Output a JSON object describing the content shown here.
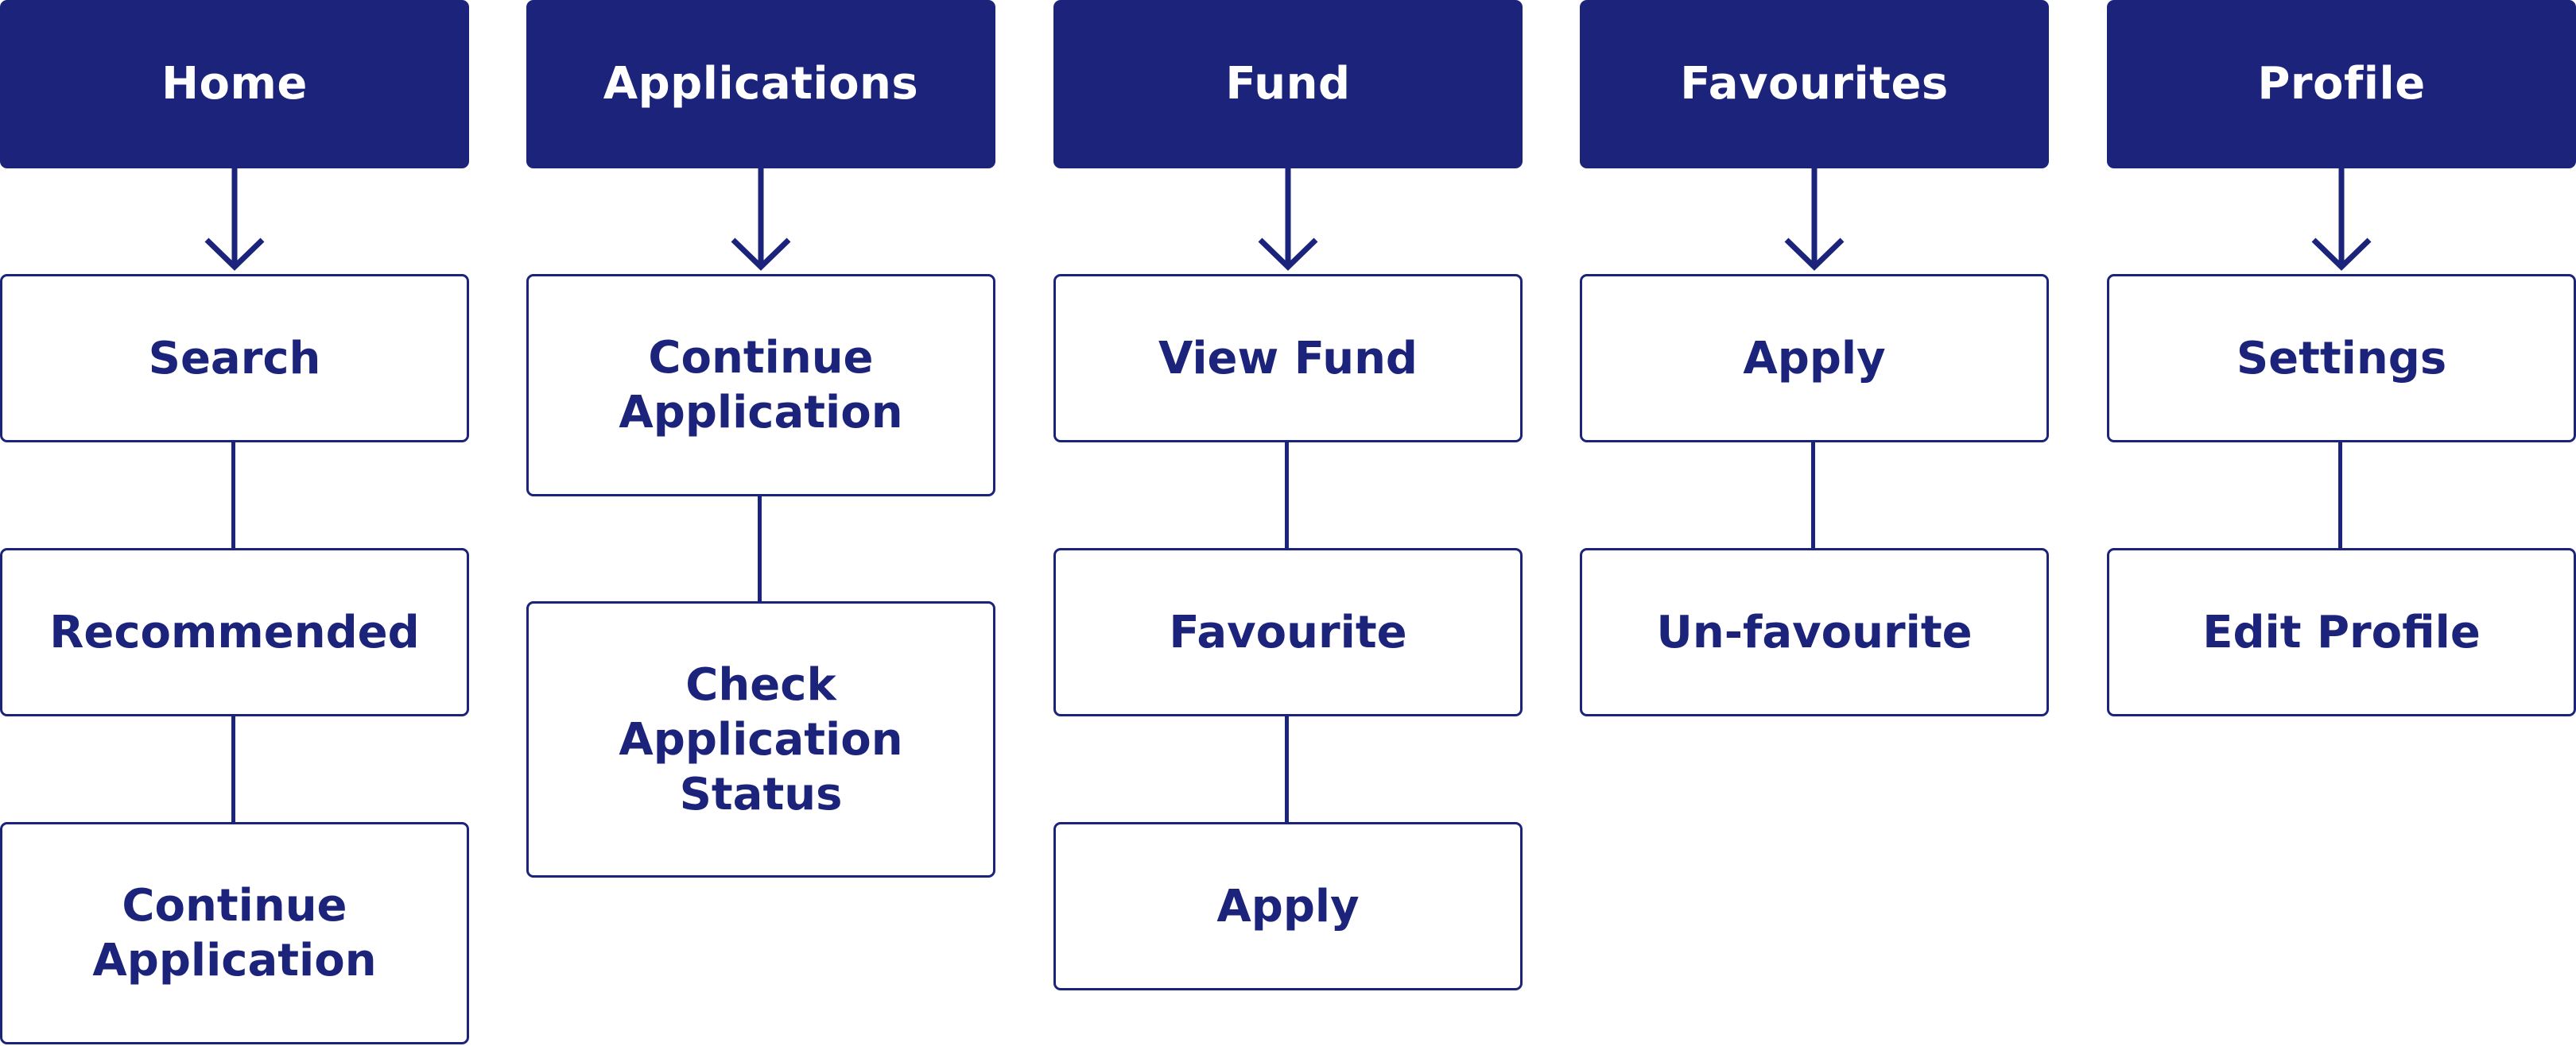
{
  "colors": {
    "primary": "#1b237b",
    "header_text": "#ffffff",
    "background": "#ffffff"
  },
  "columns": [
    {
      "header": "Home",
      "items": [
        "Search",
        "Recommended",
        "Continue\nApplication"
      ]
    },
    {
      "header": "Applications",
      "items": [
        "Continue\nApplication",
        "Check\nApplication\nStatus"
      ]
    },
    {
      "header": "Fund",
      "items": [
        "View Fund",
        "Favourite",
        "Apply"
      ]
    },
    {
      "header": "Favourites",
      "items": [
        "Apply",
        "Un-favourite"
      ]
    },
    {
      "header": "Profile",
      "items": [
        "Settings",
        "Edit Profile"
      ]
    }
  ]
}
